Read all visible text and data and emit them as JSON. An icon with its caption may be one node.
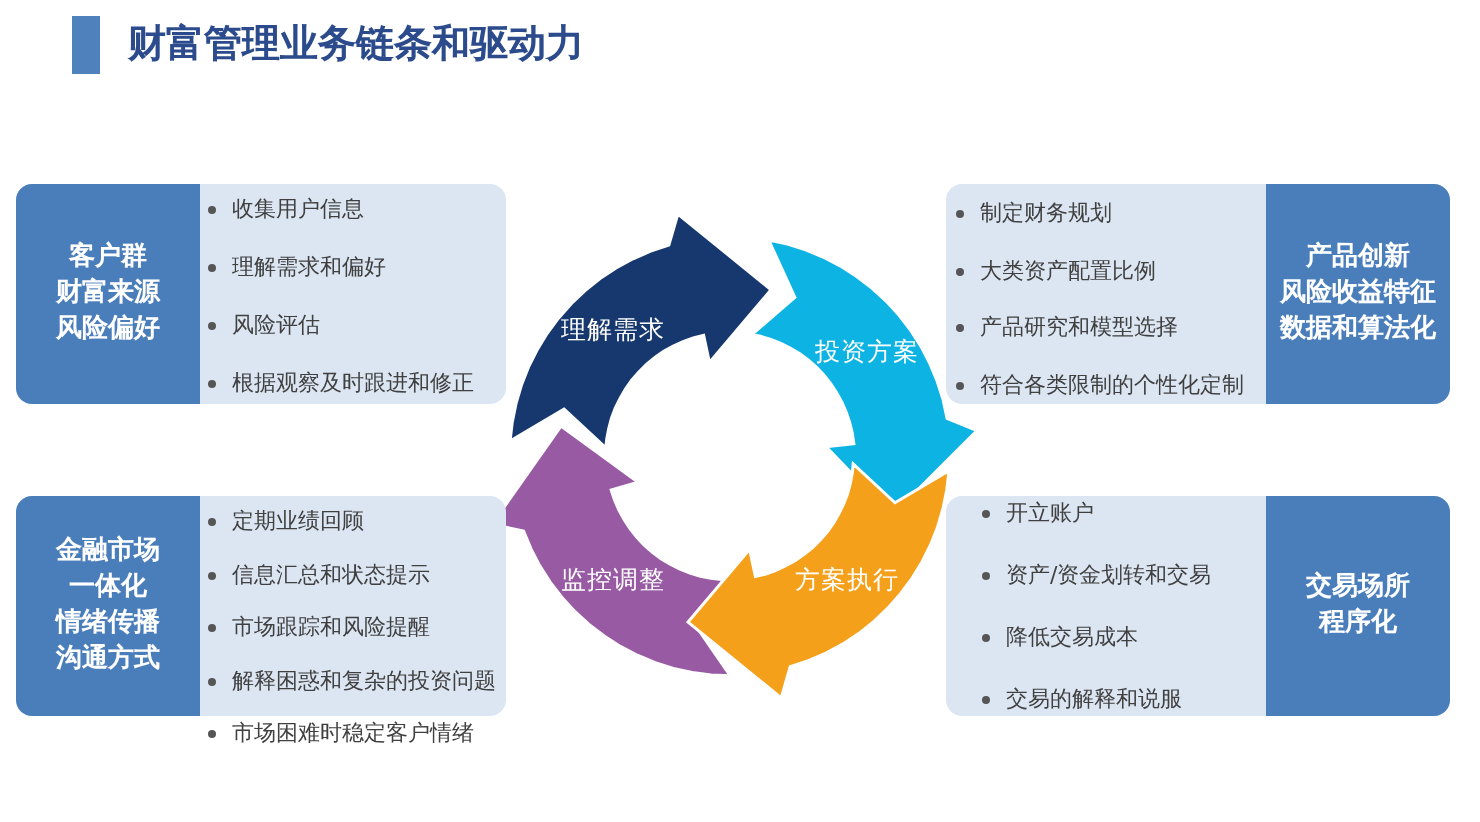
{
  "diagram": {
    "title": "财富管理业务链条和驱动力",
    "nodes": [
      {
        "text": [
          "收集用户信息",
          "理解需求和偏好",
          "风险评估",
          "根据观察及时跟进和修正"
        ]
      },
      {
        "text": [
          "客户群",
          "财富来源",
          "风险偏好"
        ],
        "in": 0
      },
      {
        "text": [
          "制定财务规划",
          "大类资产配置比例",
          "产品研究和模型选择",
          "符合各类限制的个性化定制"
        ]
      },
      {
        "text": [
          "产品创新",
          "风险收益特征",
          "数据和算法化"
        ],
        "in": 2
      },
      {
        "text": [
          "理解需求"
        ]
      },
      {
        "text": [
          "投资方案"
        ]
      },
      {
        "text": [
          "监控调整"
        ]
      },
      {
        "text": [
          "方案执行"
        ]
      },
      {
        "text": [
          "定期业绩回顾",
          "信息汇总和状态提示",
          "市场跟踪和风险提醒",
          "解释困惑和复杂的投资问题",
          "市场困难时稳定客户情绪"
        ]
      },
      {
        "text": [
          "金融市场",
          "一体化",
          "情绪传播",
          "沟通方式"
        ],
        "in": 8
      },
      {
        "text": [
          "开立账户",
          "资产/资金划转和交易",
          "降低交易成本",
          "交易的解释和说服"
        ]
      },
      {
        "text": [
          "交易场所",
          "程序化"
        ],
        "in": 10
      }
    ]
  }
}
